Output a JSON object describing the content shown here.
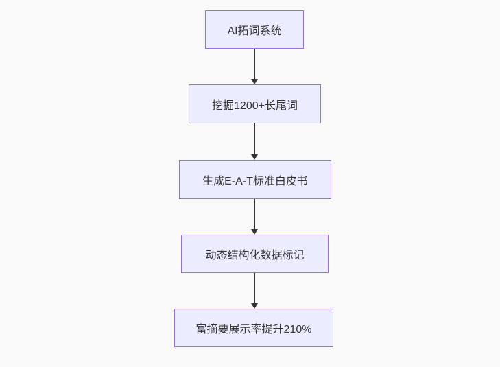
{
  "diagram": {
    "type": "flowchart",
    "direction": "top-down",
    "nodes": [
      {
        "label": "AI拓词系统"
      },
      {
        "label": "挖掘1200+长尾词"
      },
      {
        "label": "生成E-A-T标准白皮书"
      },
      {
        "label": "动态结构化数据标记"
      },
      {
        "label": "富摘要展示率提升210%"
      }
    ],
    "edges": [
      {
        "from": 0,
        "to": 1
      },
      {
        "from": 1,
        "to": 2
      },
      {
        "from": 2,
        "to": 3
      },
      {
        "from": 3,
        "to": 4
      }
    ],
    "colors": {
      "background": "#f9f9f9",
      "node_fill": "#ECECFF",
      "node_border": "#9370DB",
      "edge": "#333333",
      "text": "#333333"
    }
  }
}
